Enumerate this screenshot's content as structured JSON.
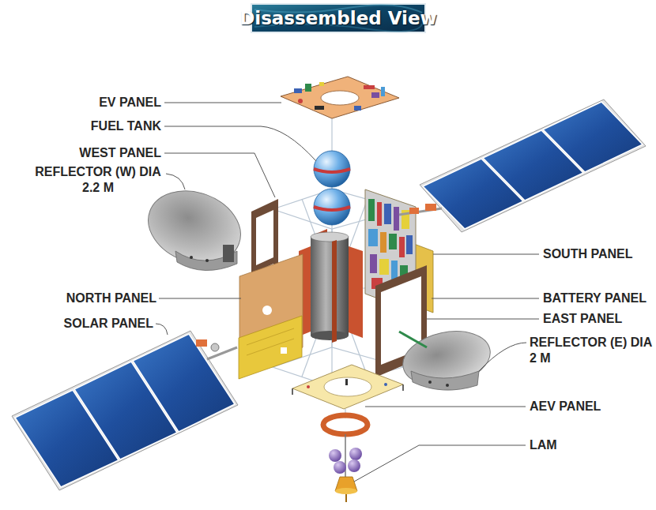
{
  "diagram": {
    "title": "Disassembled View",
    "labels": [
      "EV PANEL",
      "FUEL TANK",
      "WEST PANEL",
      "REFLECTOR (W) DIA 2.2 M",
      "NORTH PANEL",
      "SOLAR PANEL",
      "SOUTH PANEL",
      "BATTERY PANEL",
      "EAST PANEL",
      "REFLECTOR (E) DIA 2 M",
      "AEV PANEL",
      "LAM"
    ]
  }
}
